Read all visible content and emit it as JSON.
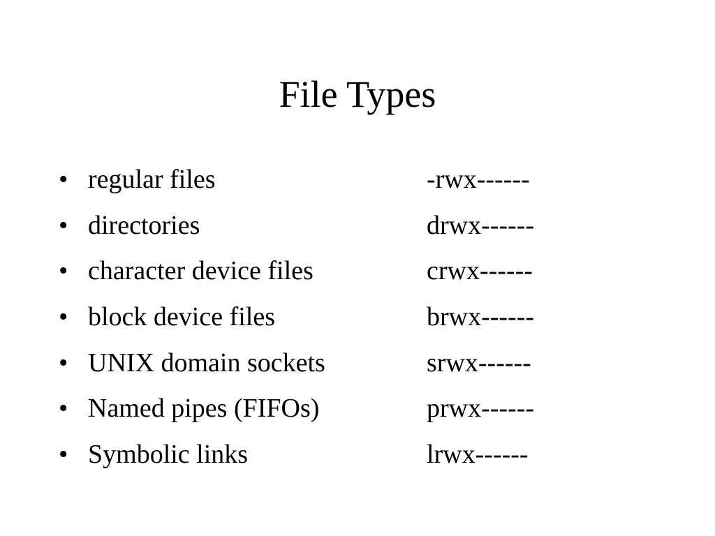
{
  "slide": {
    "title": "File Types",
    "bullet_glyph": "•",
    "items": [
      {
        "type": "regular files",
        "perm": "-rwx------"
      },
      {
        "type": "directories",
        "perm": "drwx------"
      },
      {
        "type": "character device files",
        "perm": "crwx------"
      },
      {
        "type": "block device files",
        "perm": "brwx------"
      },
      {
        "type": "UNIX domain sockets",
        "perm": "srwx------"
      },
      {
        "type": "Named pipes (FIFOs)",
        "perm": "prwx------"
      },
      {
        "type": "Symbolic links",
        "perm": "lrwx------"
      }
    ]
  }
}
